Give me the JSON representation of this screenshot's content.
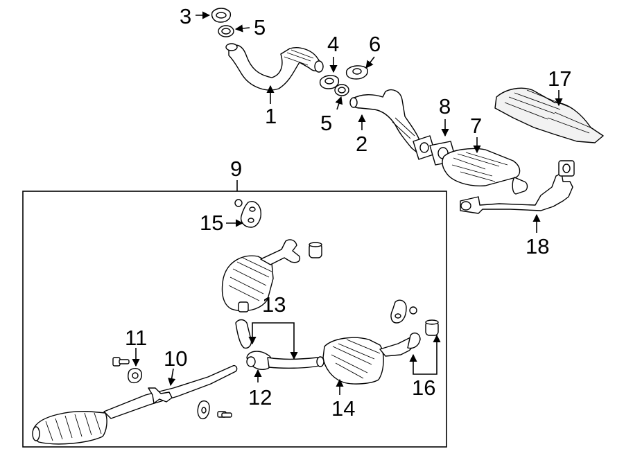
{
  "diagram": {
    "callouts": {
      "c1": "1",
      "c2": "2",
      "c3": "3",
      "c4": "4",
      "c5a": "5",
      "c5b": "5",
      "c6": "6",
      "c7": "7",
      "c8": "8",
      "c9": "9",
      "c10": "10",
      "c11": "11",
      "c12": "12",
      "c13": "13",
      "c14": "14",
      "c15": "15",
      "c16": "16",
      "c17": "17",
      "c18": "18"
    }
  }
}
